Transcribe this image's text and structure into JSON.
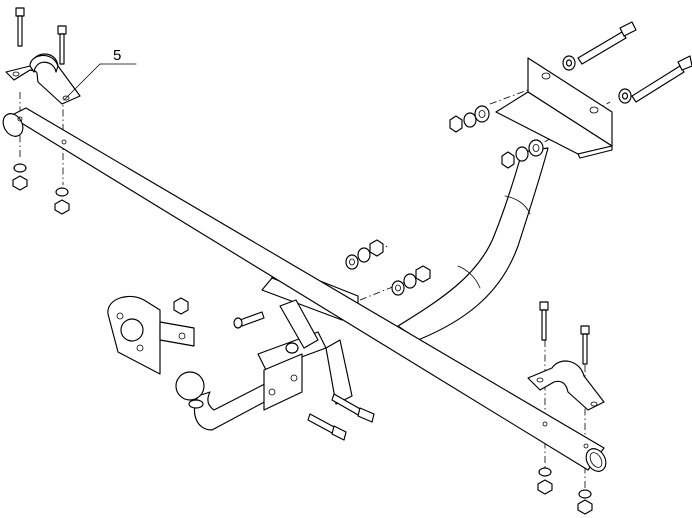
{
  "callouts": [
    {
      "label": "5"
    }
  ],
  "components": {
    "crossbar": "main-crossbar",
    "arm": "towbar-arm",
    "ball": "tow-ball",
    "socket_plate": "electrical-socket-bracket",
    "brackets": [
      "left-clamp-bracket",
      "right-clamp-bracket",
      "angle-bracket"
    ]
  }
}
